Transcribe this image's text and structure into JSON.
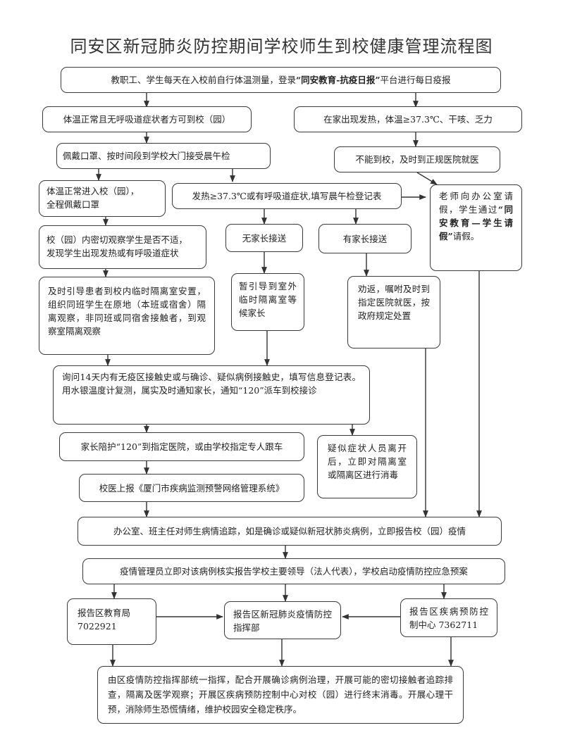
{
  "title": "同安区新冠肺炎防控期间学校师生到校健康管理流程图",
  "nodes": {
    "n1": {
      "before": "教职工、学生每天在入校前自行体温测量，登录",
      "bold": "“同安教育-抗疫日报”",
      "after": "平台进行每日疫报"
    },
    "n2": "体温正常且无呼吸道症状者方可到校（园）",
    "n3": "在家出现发热，体温≥37.3℃、干咳、乏力",
    "n4": "佩戴口罩、按时间段到学校大门接受晨午检",
    "n5": "不能到校，及时到正规医院就医",
    "n6a": "体温正常进入校（园），",
    "n6b": "全程佩戴口罩",
    "n7": "发热≥37.3℃或有呼吸道症状,填写晨午检登记表",
    "n8": {
      "before": "老师向办公室请假，学生通过",
      "bold": "“同安教育—学生请假”",
      "after": "请假。"
    },
    "n9a": "校（园）内密切观察学生是否不适，",
    "n9b": "发现学生出现发热或有呼吸道症状",
    "n10": "无家长接送",
    "n11": "有家长接送",
    "n12": "及时引导患者到校内临时隔离室安置，组织同班学生在原地（本班或宿舍）隔离观察，非同班或同宿舍接触者，到观察室隔离观察",
    "n13": "暂引导到室外临时隔离室等候家长",
    "n14": "劝返，嘱咐及时到指定医院就医，按政府规定处置",
    "n15": "询问14天内有无疫区接触史或与确诊、疑似病例接触史，填写信息登记表。用水银温度计复测，属实及时通知家长，通知“120”派车到校接诊",
    "n16": "家长陪护“120”到指定医院，或由学校指定专人跟车",
    "n17": "疑似症状人员离开后，立即对隔离室或隔离区进行消毒",
    "n18": "校医上报《厦门市疾病监测预警网络管理系统》",
    "n19": "办公室、班主任对师生病情追踪，如是确诊或疑似新冠状肺炎病例，立即报告校（园）疫情",
    "n20": "疫情管理员立即对该病例核实报告学校主要领导（法人代表），学校启动疫情防控应急预案",
    "n21a": "报告区教育局",
    "n21b": "7022921",
    "n22": "报告区新冠肺炎疫情防控指挥部",
    "n23": "报告区疾病预防控制中心 7362711",
    "n24": "由区疫情防控指挥部统一指挥，配合开展确诊病例治理，开展可能的密切接触者追踪排查，隔离及医学观察；开展区疾病预防控制中心对校（园）进行终末消毒。开展心理干预，消除师生恐慌情绪，维护校园安全稳定秩序。"
  }
}
